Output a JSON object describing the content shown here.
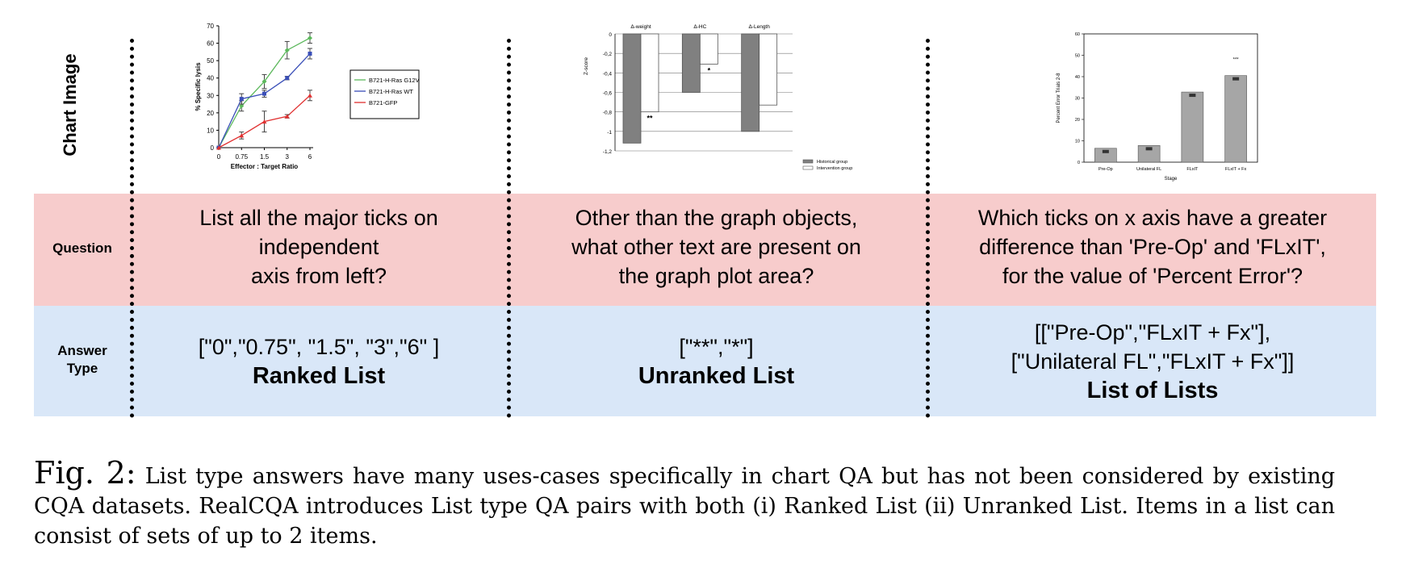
{
  "row_labels": {
    "chart": "Chart Image",
    "question": "Question",
    "answer_line1": "Answer",
    "answer_line2": "Type"
  },
  "columns": [
    {
      "question": [
        "List all the major ticks on",
        "independent",
        "axis from left?"
      ],
      "answer": [
        "[\"0\",\"0.75\", \"1.5\", \"3\",\"6\" ]"
      ],
      "answer_type": "Ranked List"
    },
    {
      "question": [
        "Other than the graph objects,",
        "what other text are present on",
        "the graph plot area?"
      ],
      "answer": [
        "[\"**\",\"*\"]"
      ],
      "answer_type": "Unranked List"
    },
    {
      "question": [
        "Which ticks on x axis have a greater",
        "difference than 'Pre-Op' and 'FLxIT',",
        "for the value of 'Percent Error'?"
      ],
      "answer": [
        "[[\"Pre-Op\",\"FLxIT + Fx\"],",
        "[\"Unilateral FL\",\"FLxIT + Fx\"]]"
      ],
      "answer_type": "List of Lists"
    }
  ],
  "caption": {
    "label": "Fig. 2:",
    "text": "List type answers have many uses-cases specifically in chart QA but has not been considered by existing CQA datasets. RealCQA introduces List type QA pairs with both (i) Ranked List (ii) Unranked List. Items in a list can consist of sets of up to 2 items."
  },
  "chart_data": [
    {
      "type": "line",
      "xlabel": "Effector : Target  Ratio",
      "ylabel": "% Specific lysis",
      "categories": [
        "0",
        "0.75",
        "1.5",
        "3",
        "6"
      ],
      "ylim": [
        0,
        70
      ],
      "yticks": [
        0,
        10,
        20,
        30,
        40,
        50,
        60,
        70
      ],
      "legend_position": "right",
      "series": [
        {
          "name": "B721-H-Ras G12V",
          "color": "#5cb85c",
          "values": [
            0,
            24,
            38,
            56,
            63
          ],
          "err": [
            0,
            3,
            4,
            5,
            3
          ]
        },
        {
          "name": "B721-H-Ras WT",
          "color": "#3a4fb8",
          "values": [
            0,
            28,
            31,
            40,
            54
          ],
          "err": [
            0,
            3,
            2,
            1,
            3
          ]
        },
        {
          "name": "B721-GFP",
          "color": "#e03030",
          "values": [
            0,
            7,
            15,
            18,
            30
          ],
          "err": [
            0,
            2,
            6,
            1,
            3
          ]
        }
      ]
    },
    {
      "type": "bar",
      "ylabel": "Z-score",
      "categories": [
        "Δ-weight",
        "Δ-HC",
        "Δ-Length"
      ],
      "ylim": [
        -1.2,
        0
      ],
      "yticks": [
        0,
        -0.2,
        -0.4,
        -0.6,
        -0.8,
        -1,
        -1.2
      ],
      "ytick_labels": [
        "0",
        "-0,2",
        "-0,4",
        "-0,6",
        "-0,8",
        "-1",
        "-1,2"
      ],
      "annotations": [
        "**",
        "*",
        ""
      ],
      "series": [
        {
          "name": "Historical group",
          "color": "#808080",
          "values": [
            -1.12,
            -0.6,
            -1.0
          ]
        },
        {
          "name": "Intervention group",
          "color": "#ffffff",
          "values": [
            -0.8,
            -0.31,
            -0.73
          ]
        }
      ]
    },
    {
      "type": "bar",
      "xlabel": "Stage",
      "ylabel": "Percent Error Trials 2-8",
      "categories": [
        "Pre-Op",
        "Unilateral FL",
        "FLxIT",
        "FLxIT + Fx"
      ],
      "values": [
        6.5,
        7.8,
        32.8,
        40.5
      ],
      "ylim": [
        0,
        60
      ],
      "yticks": [
        0,
        10,
        20,
        30,
        40,
        50,
        60
      ],
      "annotations": [
        "",
        "",
        "",
        "***"
      ],
      "color": "#a6a6a6"
    }
  ]
}
